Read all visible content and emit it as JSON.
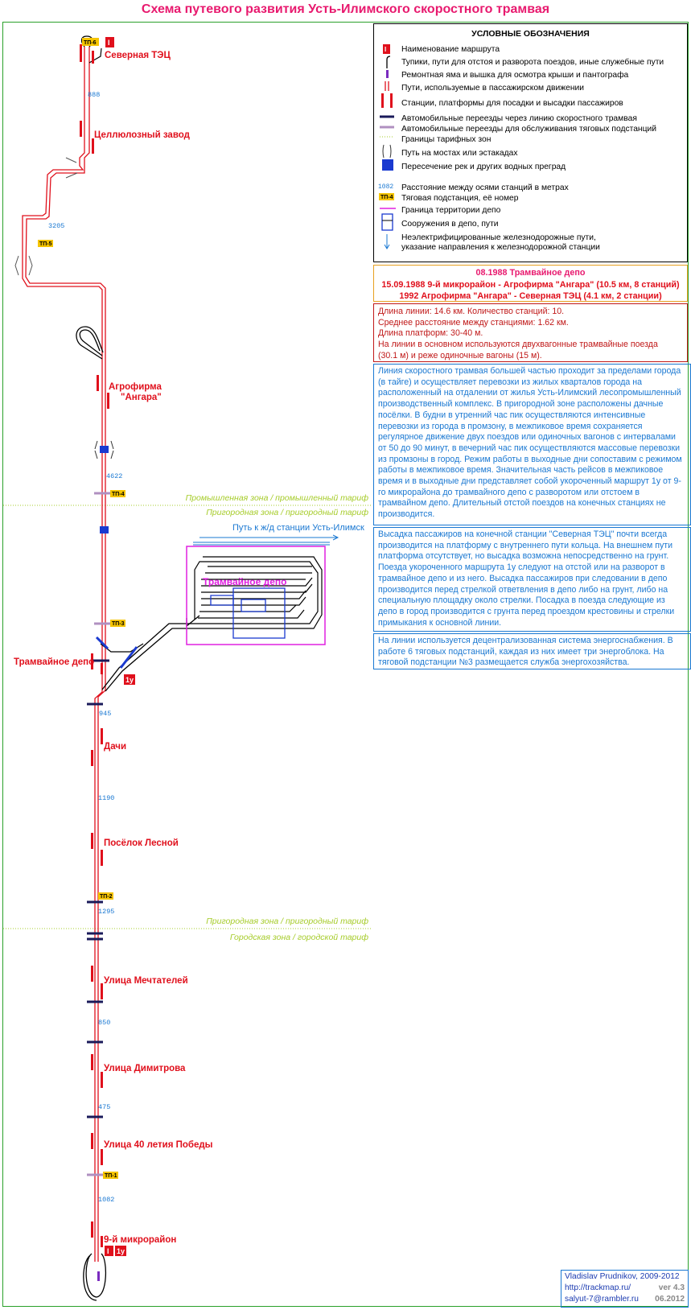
{
  "title": "Схема путевого развития Усть-Илимского скоростного трамвая",
  "stations": [
    {
      "name": "Северная ТЭЦ",
      "key": "st1"
    },
    {
      "name": "Целлюлозный завод",
      "key": "st2"
    },
    {
      "name": "Агрофирма",
      "name2": "\"Ангара\"",
      "key": "st3"
    },
    {
      "name": "Трамвайное депо",
      "key": "st4"
    },
    {
      "name": "Дачи",
      "key": "st5"
    },
    {
      "name": "Посёлок Лесной",
      "key": "st6"
    },
    {
      "name": "Улица Мечтателей",
      "key": "st7"
    },
    {
      "name": "Улица Димитрова",
      "key": "st8"
    },
    {
      "name": "Улица 40 летия Победы",
      "key": "st9"
    },
    {
      "name": "9-й микрорайон",
      "key": "st10"
    }
  ],
  "distances": [
    "888",
    "3205",
    "4622",
    "945",
    "1190",
    "1295",
    "850",
    "475",
    "1082"
  ],
  "substations": [
    "ТП-6",
    "ТП-5",
    "ТП-4",
    "ТП-3",
    "ТП-2",
    "ТП-1"
  ],
  "routes": [
    "I",
    "1у"
  ],
  "zones": {
    "industrial": "Промышленная зона / промышленный тариф",
    "suburban": "Пригородная зона / пригородный тариф",
    "city": "Городская зона / городской тариф"
  },
  "depot": {
    "label": "Трамвайное депо",
    "rail_link": "Путь к ж/д станции Усть-Илимск"
  },
  "legend": {
    "heading": "УСЛОВНЫЕ ОБОЗНАЧЕНИЯ",
    "items": [
      "Наименование маршрута",
      "Тупики, пути для отстоя и разворота поездов, иные служебные пути",
      "Ремонтная яма и вышка для осмотра крыши и пантографа",
      "Пути, используемые в пассажирском движении",
      "Станции, платформы для посадки и высадки пассажиров",
      "Автомобильные переезды через линию скоростного трамвая",
      "Автомобильные переезды для обслуживания тяговых подстанций",
      "Границы тарифных зон",
      "Путь на мостах или эстакадах",
      "Пересечение рек и других водных преград",
      "Расстояние между осями станций в метрах",
      "Тяговая подстанция, её номер",
      "Граница территории депо",
      "Сооружения в депо, пути",
      "Неэлектрифицированные железнодорожные пути,",
      "указание направления к железнодорожной станции"
    ],
    "sample_route": "I",
    "sample_distance": "1082",
    "sample_substation": "ТП-4"
  },
  "history": [
    "08.1988 Трамвайное депо",
    "15.09.1988 9-й микрорайон - Агрофирма \"Ангара\" (10.5 км, 8 станций)",
    "1992 Агрофирма \"Ангара\" - Северная ТЭЦ (4.1 км, 2 станции)"
  ],
  "stats": [
    "Длина линии: 14.6 км. Количество станций: 10.",
    "Среднее расстояние между станциями: 1.62 км.",
    "Длина платформ: 30-40 м.",
    "На линии в основном используются двухвагонные трамвайные поезда",
    "(30.1 м) и реже одиночные вагоны (15 м)."
  ],
  "paragraphs": [
    "Линия скоростного трамвая большей частью проходит за пределами города (в тайге) и осуществляет перевозки из жилых кварталов города на расположенный на отдалении от жилья Усть-Илимский лесопромышленный производственный комплекс. В пригородной зоне расположены дачные посёлки. В будни в утренний час пик осуществляются интенсивные перевозки из города в промзону, в межпиковое время сохраняется регулярное движение двух поездов или одиночных вагонов с интервалами от 50 до 90 минут, в вечерний час пик осуществляются массовые перевозки из промзоны в город. Режим работы в выходные дни сопоставим с режимом работы в межпиковое время. Значительная часть рейсов в межпиковое время и в выходные дни представляет собой укороченный маршрут 1у от 9-го микрорайона до трамвайного депо с разворотом или отстоем в трамвайном депо. Длительный отстой поездов на конечных станциях не производится.",
    "Высадка пассажиров на конечной станции \"Северная ТЭЦ\" почти всегда производится на платформу с внутреннего пути кольца. На внешнем пути платформа отсутствует, но высадка возможна непосредственно на грунт. Поезда укороченного маршрута 1у следуют на отстой или на разворот в трамвайное депо и из него. Высадка пассажиров при следовании в депо производится перед стрелкой ответвления в депо либо на грунт, либо на специальную площадку около стрелки. Посадка в поезда следующие из депо в город производится с грунта перед проездом крестовины и стрелки примыкания к основной линии.",
    "На линии используется децентрализованная система энергоснабжения. В работе 6 тяговых подстанций, каждая из них имеет три энергоблока. На тяговой подстанции №3 размещается служба энергохозяйства."
  ],
  "credit": {
    "author": "Vladislav Prudnikov, 2009-2012",
    "url": "http://trackmap.ru/",
    "version": "ver 4.3",
    "email": "salyut-7@rambler.ru",
    "date": "06.2012"
  },
  "colors": {
    "title": "#e8196e",
    "track": "#e0101c",
    "service_track": "#000000",
    "crossing": "#1a1a5a",
    "substation_crossing": "#b090c0",
    "zone_border": "#a6cc2a",
    "bridge": "#1a3ad0",
    "distance": "#1a78d2",
    "substation_fill": "#f5c400",
    "depot_border": "#e020e0",
    "info_blue": "#1a78d2",
    "stats_red": "#c01818"
  }
}
